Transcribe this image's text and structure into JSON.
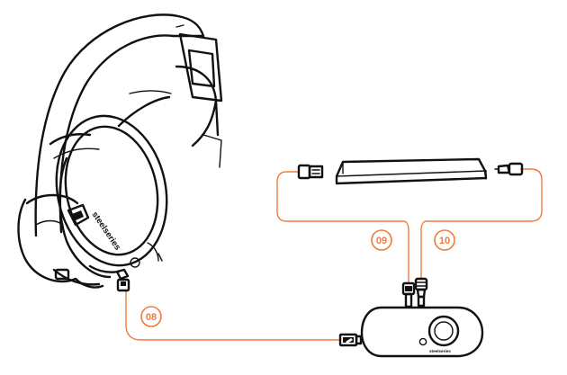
{
  "diagram": {
    "brand": {
      "headset_logo_text": "steelseries",
      "transmitter_logo_text": "steelseries"
    },
    "colors": {
      "cable": "#ef7a3b",
      "line_art": "#111111",
      "background": "#ffffff"
    },
    "callouts": {
      "cable_08": "08",
      "cable_09": "09",
      "cable_10": "10"
    },
    "icons": [
      "headset-icon",
      "transmitter-icon",
      "tv-bar-icon",
      "usb-plug-icon",
      "micro-usb-plug-icon",
      "optical-plug-icon",
      "volume-dial-icon"
    ]
  }
}
